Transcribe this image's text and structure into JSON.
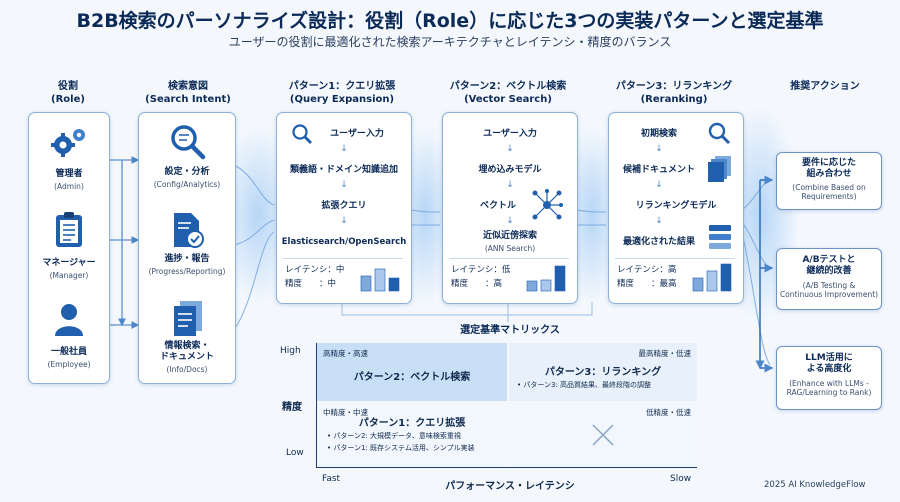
{
  "title": "B2B検索のパーソナライズ設計：役割（Role）に応じた3つの実装パターンと選定基準",
  "subtitle": "ユーザーの役割に最適化された検索アーキテクチャとレイテンシ・精度のバランス",
  "columns": {
    "role": {
      "title": "役割",
      "sub": "(Role)"
    },
    "intent": {
      "title": "検索意図",
      "sub": "(Search Intent)"
    },
    "p1": {
      "title": "パターン1：クエリ拡張",
      "sub": "(Query Expansion)"
    },
    "p2": {
      "title": "パターン2：ベクトル検索",
      "sub": "(Vector Search)"
    },
    "p3": {
      "title": "パターン3：リランキング",
      "sub": "(Reranking)"
    },
    "action": {
      "title": "推奨アクション"
    }
  },
  "roles": [
    {
      "label": "管理者",
      "sub": "(Admin)"
    },
    {
      "label": "マネージャー",
      "sub": "(Manager)"
    },
    {
      "label": "一般社員",
      "sub": "(Employee)"
    }
  ],
  "intents": [
    {
      "label": "設定・分析",
      "sub": "(Config/Analytics)"
    },
    {
      "label": "進捗・報告",
      "sub": "(Progress/Reporting)"
    },
    {
      "label": "情報検索・\nドキュメント",
      "sub": "(Info/Docs)"
    }
  ],
  "p1": {
    "steps": [
      "ユーザー入力",
      "類義語・ドメイン知識追加",
      "拡張クエリ",
      "Elasticsearch/OpenSearch"
    ],
    "latency": "レイテンシ：中",
    "accuracy": "精度　　：中"
  },
  "p2": {
    "steps": [
      "ユーザー入力",
      "埋め込みモデル",
      "ベクトル",
      "近似近傍探索"
    ],
    "step_sub": "(ANN Search)",
    "latency": "レイテンシ：低",
    "accuracy": "精度　　：高"
  },
  "p3": {
    "steps": [
      "初期検索",
      "候補ドキュメント",
      "リランキングモデル",
      "最適化された結果"
    ],
    "latency": "レイテンシ：高",
    "accuracy": "精度　　：最高"
  },
  "bars": {
    "p1": [
      0.55,
      0.8,
      0.45
    ],
    "p2": [
      0.35,
      0.4,
      0.9
    ],
    "p3": [
      0.45,
      0.7,
      0.95
    ]
  },
  "actions": [
    {
      "label": "要件に応じた\n組み合わせ",
      "sub": "(Combine Based on\nRequirements)"
    },
    {
      "label": "A/Bテストと\n継続的改善",
      "sub": "(A/B Testing &\nContinuous Improvement)"
    },
    {
      "label": "LLM活用に\nよる高度化",
      "sub": "(Enhance with LLMs -\nRAG/Learning to Rank)"
    }
  ],
  "matrix": {
    "title": "選定基準マトリックス",
    "y_axis": "精度",
    "y_high": "High",
    "y_low": "Low",
    "x_axis": "パフォーマンス・レイテンシ",
    "x_fast": "Fast",
    "x_slow": "Slow",
    "q_tl_tag": "高精度・高速",
    "q_tl_label": "パターン2：ベクトル検索",
    "q_tr_tag": "最高精度・低速",
    "q_tr_label": "パターン3：リランキング",
    "q_tr_note": "• パターン3: 高品質結果、最終段階の調整",
    "q_bl_tag": "中精度・中速",
    "q_bl_label": "パターン1：クエリ拡張",
    "q_bl_note1": "• パターン2: 大規模データ、意味検索重視",
    "q_bl_note2": "• パターン1: 既存システム活用、シンプル実装",
    "q_br_tag": "低精度・低速"
  },
  "footer": "2025 AI KnowledgeFlow",
  "colors": {
    "primary": "#1f5fae",
    "light": "#d8e8f8",
    "bg": "#f4f8fd"
  }
}
